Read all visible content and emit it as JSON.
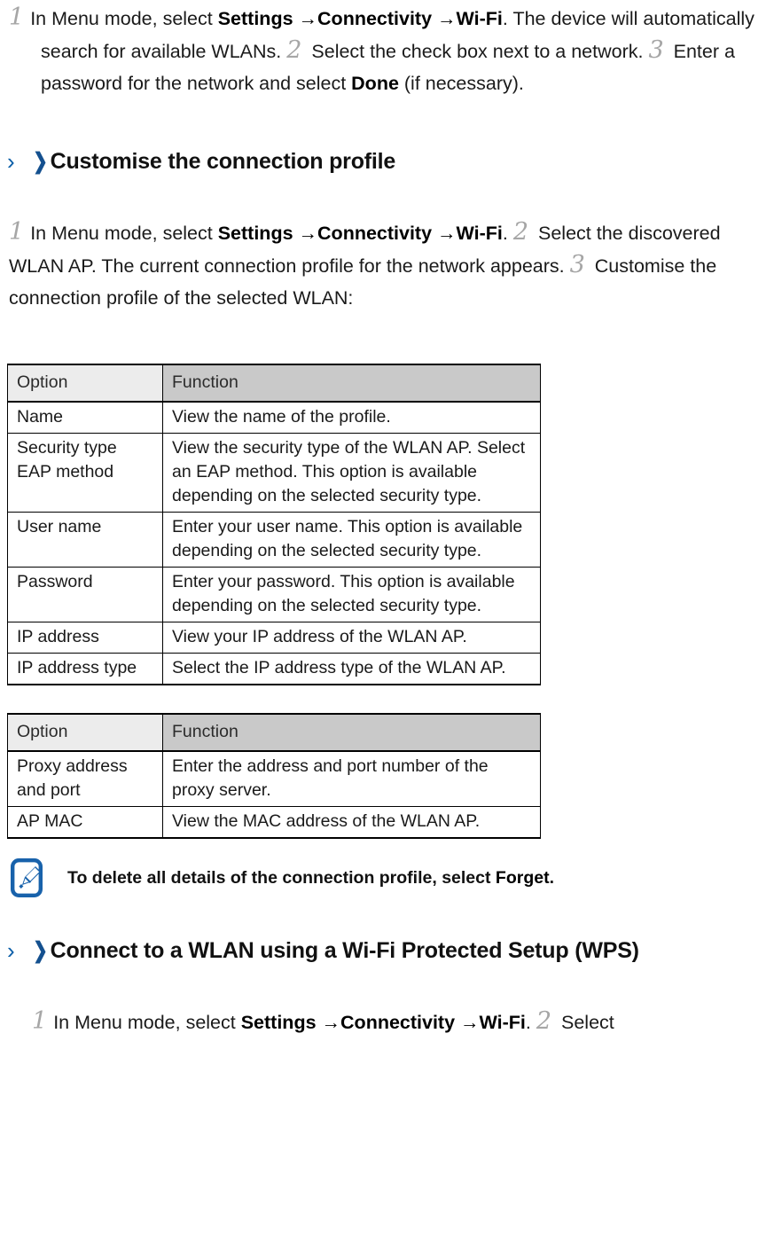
{
  "page": {
    "accent_blue": "#0a5ea8",
    "heading_blue": "#14508f",
    "header_light": "#ececec",
    "header_dark": "#c9c9c9",
    "step_number_color": "#a6a6a6"
  },
  "intro_steps": {
    "n1": "1",
    "s1_a": "In Menu mode, select ",
    "s1_settings": "Settings",
    "s1_arrow1": " →",
    "s1_connectivity": "Connectivity",
    "s1_arrow2": " →",
    "s1_wifi": "Wi-Fi",
    "s1_b": ". The device will automatically search for available WLANs. ",
    "n2": "2",
    "s2": " Select the check box next to a network. ",
    "n3": "3",
    "s3_a": " Enter a password for the network and select ",
    "s3_done": "Done",
    "s3_b": " (if necessary)."
  },
  "section_customise": {
    "chevron_thin": "›",
    "chevron_bold": "❯",
    "title": "Customise the connection profile",
    "steps": {
      "n1": "1",
      "s1_a": "In Menu mode, select ",
      "s1_settings": "Settings",
      "s1_arrow1": " →",
      "s1_connectivity": "Connectivity",
      "s1_arrow2": " →",
      "s1_wifi": "Wi-Fi",
      "s1_b": ". ",
      "n2": "2",
      "s2": " Select the discovered WLAN AP. The current connection profile for the network appears. ",
      "n3": "3",
      "s3": " Customise the connection profile of the selected WLAN:"
    }
  },
  "table_one": {
    "columns": [
      "Option",
      "Function"
    ],
    "rows": [
      {
        "option": "Name",
        "function": "View the name of the profile.",
        "option_valign": "top"
      },
      {
        "option": "Security type\nEAP method",
        "function": "View the security type of the WLAN AP. Select an EAP method. This option is available depending on the selected security type.",
        "option_valign": "top"
      },
      {
        "option": "User name",
        "function": "Enter your user name. This option is available depending on the selected security type.",
        "option_valign": "middle"
      },
      {
        "option": "Password",
        "function": "Enter your password. This option is available depending on the selected security type.",
        "option_valign": "middle"
      },
      {
        "option": "IP address",
        "function": "View your IP address of the WLAN AP.",
        "option_valign": "middle"
      },
      {
        "option": "IP address type",
        "function": "Select the IP address type of the WLAN AP.",
        "option_valign": "top"
      }
    ]
  },
  "table_two": {
    "columns": [
      "Option",
      "Function"
    ],
    "rows": [
      {
        "option": "Proxy address and port",
        "function": "Enter the address and port number of the proxy server.",
        "option_valign": "top"
      },
      {
        "option": "AP MAC",
        "function": "View the MAC address of the WLAN AP.",
        "option_valign": "middle"
      }
    ]
  },
  "note": {
    "icon": "note-pen-icon",
    "text_a": "To delete all details of the connection profile, select ",
    "text_bold": "Forget",
    "text_b": "."
  },
  "section_wps": {
    "chevron_thin": "›",
    "chevron_bold": "❯",
    "title": "Connect to a WLAN using a Wi-Fi Protected Setup (WPS)",
    "steps": {
      "n1": "1",
      "s1_a": "In Menu mode, select ",
      "s1_settings": "Settings",
      "s1_arrow1": " →",
      "s1_connectivity": "Connectivity",
      "s1_arrow2": " →",
      "s1_wifi": "Wi-Fi",
      "s1_b": ". ",
      "n2": "2",
      "s2": " Select"
    }
  }
}
